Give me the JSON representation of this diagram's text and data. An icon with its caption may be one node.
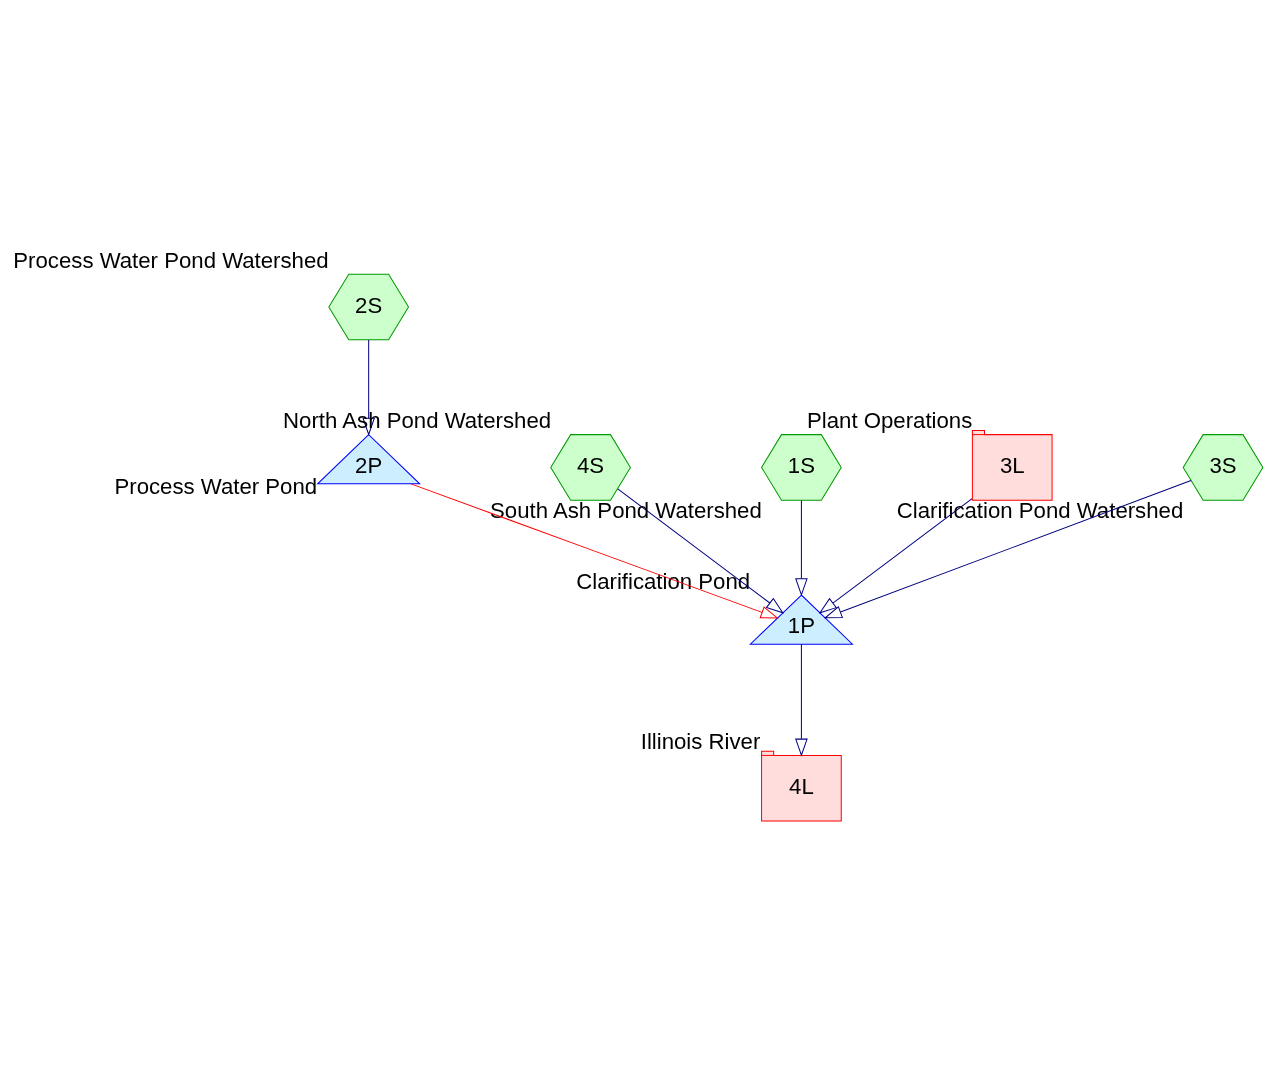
{
  "diagram": {
    "nodes": [
      {
        "text": [
          "2S"
        ],
        "beside": [
          "Process Water Pond Watershed"
        ]
      },
      {
        "text": [
          "4S"
        ],
        "beside": [
          "North Ash Pond Watershed"
        ]
      },
      {
        "text": [
          "1S"
        ],
        "beside": [
          "South Ash Pond Watershed"
        ]
      },
      {
        "text": [
          "3L"
        ],
        "beside": [
          "Plant Operations"
        ]
      },
      {
        "text": [
          "2P"
        ],
        "beside": [
          "Process Water Pond"
        ]
      },
      {
        "text": [
          "3S"
        ],
        "beside": [
          "Clarification Pond Watershed"
        ]
      },
      {
        "text": [
          "1P"
        ],
        "beside": [
          "Clarification Pond"
        ]
      },
      {
        "text": [
          "4L"
        ],
        "beside": [
          "Illinois River"
        ]
      }
    ],
    "edges": [
      {
        "from": 0,
        "to": 4,
        "arrow": "to"
      },
      {
        "from": 4,
        "to": 6,
        "arrow": "to",
        "color": "#ff0000"
      },
      {
        "from": 1,
        "to": 6,
        "arrow": "to"
      },
      {
        "from": 2,
        "to": 6,
        "arrow": "to"
      },
      {
        "from": 3,
        "to": 6,
        "arrow": "to"
      },
      {
        "from": 5,
        "to": 6,
        "arrow": "to"
      },
      {
        "from": 6,
        "to": 7,
        "arrow": "to"
      }
    ]
  }
}
